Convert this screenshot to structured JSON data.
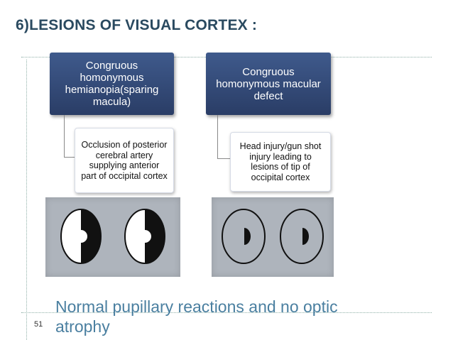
{
  "slide": {
    "title": "6)LESIONS OF VISUAL CORTEX :",
    "left": {
      "header": "Congruous homonymous hemianopia(sparing macula)",
      "cause": "Occlusion of posterior cerebral artery supplying anterior part of occipital cortex"
    },
    "right": {
      "header": "Congruous homonymous macular defect",
      "cause": "Head injury/gun shot injury leading to lesions of tip of occipital cortex"
    },
    "caption": "Normal pupillary reactions and no optic atrophy",
    "page_number": "51"
  },
  "colors": {
    "title": "#2a4a60",
    "header_box": "#334a78",
    "caption": "#4a7fa0",
    "photo_bg": "#aeb4bc"
  }
}
